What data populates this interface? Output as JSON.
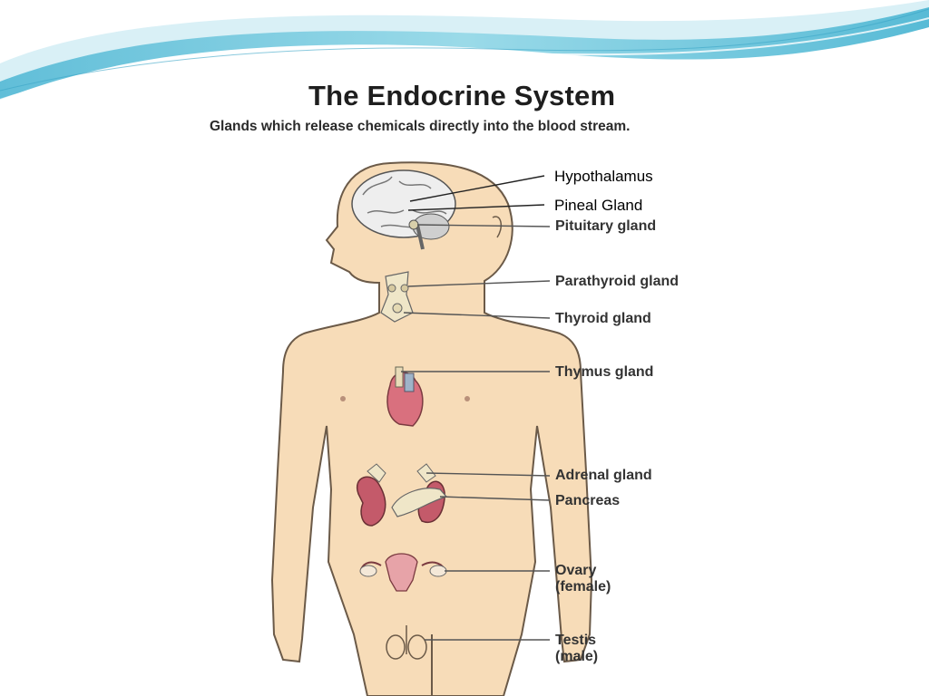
{
  "slide": {
    "title": "The Endocrine System",
    "subtitle": "Glands which release chemicals directly into the blood stream."
  },
  "labels": {
    "hypothalamus": "Hypothalamus",
    "pineal": "Pineal Gland",
    "pituitary": "Pituitary gland",
    "parathyroid": "Parathyroid gland",
    "thyroid": "Thyroid gland",
    "thymus": "Thymus gland",
    "adrenal": "Adrenal gland",
    "pancreas": "Pancreas",
    "ovary_line1": "Ovary",
    "ovary_line2": "(female)",
    "testis_line1": "Testis",
    "testis_line2": "(male)"
  },
  "colors": {
    "skin": "#f7dcb8",
    "outline": "#6b5a48",
    "heart": "#d9707e",
    "kidney": "#c45a6a",
    "gland": "#efe6c8",
    "accent": "#5bc4dc"
  }
}
